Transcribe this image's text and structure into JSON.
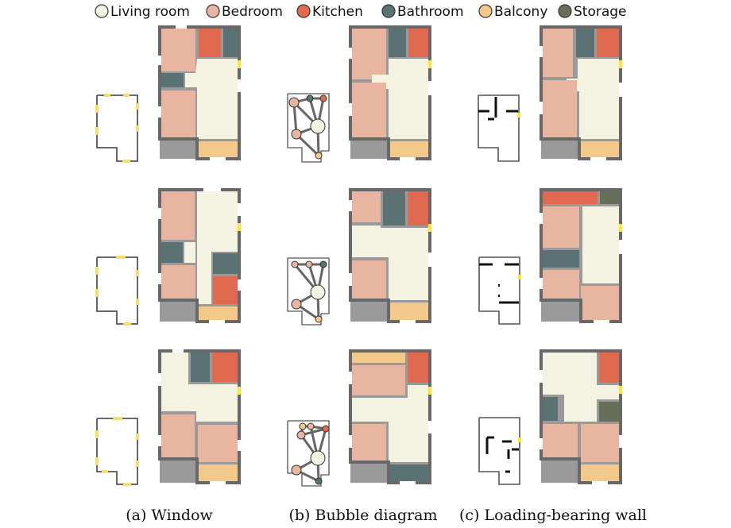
{
  "legend": [
    {
      "key": "living",
      "label": "Living room",
      "color": "#f4f2e0"
    },
    {
      "key": "bedroom",
      "label": "Bedroom",
      "color": "#e8b5a0"
    },
    {
      "key": "kitchen",
      "label": "Kitchen",
      "color": "#df6a4f"
    },
    {
      "key": "bathroom",
      "label": "Bathroom",
      "color": "#5a7273"
    },
    {
      "key": "balcony",
      "label": "Balcony",
      "color": "#f2c98b"
    },
    {
      "key": "storage",
      "label": "Storage",
      "color": "#686f58"
    }
  ],
  "captions": {
    "window": "(a) Window",
    "bubble": "(b) Bubble diagram",
    "wall": "(c) Loading-bearing wall"
  },
  "colors": {
    "wall": "#686868",
    "inner_wall": "#9a9a9a",
    "window_mark": "#f2e070",
    "door_mark": "#ffe82a",
    "outline": "#555555",
    "edge": "#666666"
  }
}
